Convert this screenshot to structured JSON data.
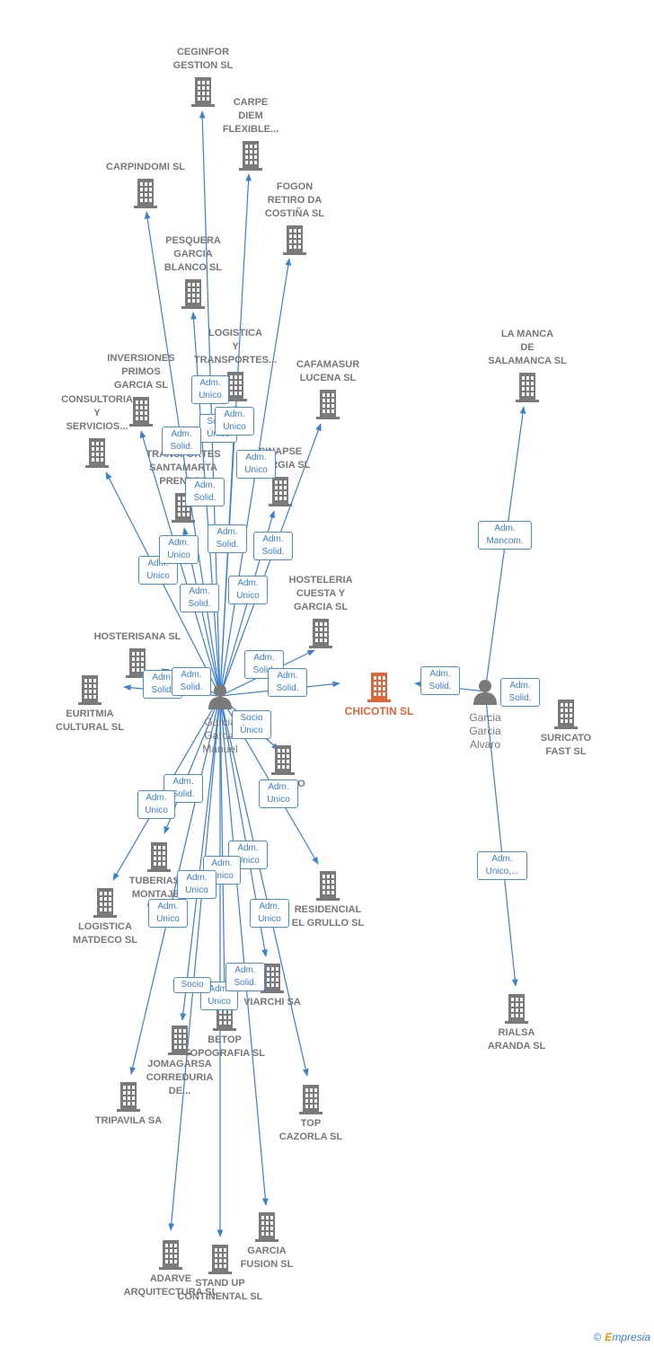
{
  "colors": {
    "edge": "#3b7fcf",
    "building": "#7a7a7a",
    "focus": "#e2643b",
    "label": "#777777"
  },
  "people": [
    {
      "id": "manuel",
      "label": "Garcia\nGarcia\nManuel"
    },
    {
      "id": "alvaro",
      "label": "Garcia\nGarcia\nAlvaro"
    }
  ],
  "companies": [
    {
      "id": "chicotin",
      "label": "CHICOTIN SL",
      "focus": true
    },
    {
      "id": "ceginfor",
      "label": "CEGINFOR\nGESTION SL"
    },
    {
      "id": "carpe",
      "label": "CARPE\nDIEM\nFLEXIBLE..."
    },
    {
      "id": "carpindomi",
      "label": "CARPINDOMI SL"
    },
    {
      "id": "fogon",
      "label": "FOGON\nRETIRO DA\nCOSTIÑA SL"
    },
    {
      "id": "pesquera",
      "label": "PESQUERA\nGARCIA\nBLANCO SL"
    },
    {
      "id": "logistica_t",
      "label": "LOGISTICA\nY\nTRANSPORTES..."
    },
    {
      "id": "cafamasur",
      "label": "CAFAMASUR\nLUCENA SL"
    },
    {
      "id": "inversiones",
      "label": "INVERSIONES\nPRIMOS\nGARCIA SL"
    },
    {
      "id": "consultoria",
      "label": "CONSULTORIA\nY\nSERVICIOS..."
    },
    {
      "id": "transportes",
      "label": "TRANSPORTES\nSANTAMARTA\nPRENDES"
    },
    {
      "id": "sinapse",
      "label": "SINAPSE\nENERGIA SL"
    },
    {
      "id": "hosteleria",
      "label": "HOSTELERIA\nCUESTA Y\nGARCIA SL"
    },
    {
      "id": "hosterisana",
      "label": "HOSTERISANA SL"
    },
    {
      "id": "euritmia",
      "label": "EURITMIA\nCULTURAL SL"
    },
    {
      "id": "impacto",
      "label": "IMPACTO\nSL"
    },
    {
      "id": "tuberias",
      "label": "TUBERIAS Y\nMONTAJES\nVIRO"
    },
    {
      "id": "logistica_m",
      "label": "LOGISTICA\nMATDECO SL"
    },
    {
      "id": "residencial",
      "label": "RESIDENCIAL\nEL GRULLO SL"
    },
    {
      "id": "viarchi",
      "label": "VIARCHI SA"
    },
    {
      "id": "betop",
      "label": "BETOP\nTOPOGRAFIA SL"
    },
    {
      "id": "jomagarsa",
      "label": "JOMAGARSA\nCORREDURIA\nDE..."
    },
    {
      "id": "tripavila",
      "label": "TRIPAVILA SA"
    },
    {
      "id": "top",
      "label": "TOP\nCAZORLA SL"
    },
    {
      "id": "adarve",
      "label": "ADARVE\nARQUITECTURA SL"
    },
    {
      "id": "standup",
      "label": "STAND UP\nCONTINENTAL SL"
    },
    {
      "id": "fusion",
      "label": "GARCIA\nFUSION SL"
    },
    {
      "id": "lamanca",
      "label": "LA MANCA\nDE\nSALAMANCA SL"
    },
    {
      "id": "suricato",
      "label": "SURICATO\nFAST SL"
    },
    {
      "id": "rialsa",
      "label": "RIALSA\nARANDA SL"
    }
  ],
  "edge_labels": [
    "Adm.\nUnico",
    "Socio\nÚnico",
    "Adm.\nUnico",
    "Adm.\nSolid.",
    "Adm.\nUnico",
    "Adm.\nSolid.",
    "Adm.\nSolid.",
    "Adm.\nSolid.",
    "Adm.\nUnico",
    "Adm.\nUnico",
    "Adm.\nSolid.",
    "Adm.\nUnico",
    "Adm.\nSolid.",
    "Adm.\nSolid.",
    "Adm.\nSolid.",
    "Adm.\nSolid.",
    "Socio\nÚnico",
    "Adm.\nUnico",
    "Adm.\nSolid.",
    "Adm.\nUnico",
    "Adm.\nUnico",
    "Adm.\nUnico",
    "Adm.\nUnico",
    "Adm.\nUnico",
    "Adm.\nUnico",
    "Adm.\nUnico",
    "Adm.\nSolid.",
    "Socio",
    "Adm.\nUnico",
    "Adm.\nSolid.",
    "Adm.\nSolid.",
    "Adm.\nMancom.",
    "Adm.\nUnico,..."
  ],
  "footer": {
    "copyright": "©",
    "brand_e": "E",
    "brand_rest": "mpresia"
  }
}
